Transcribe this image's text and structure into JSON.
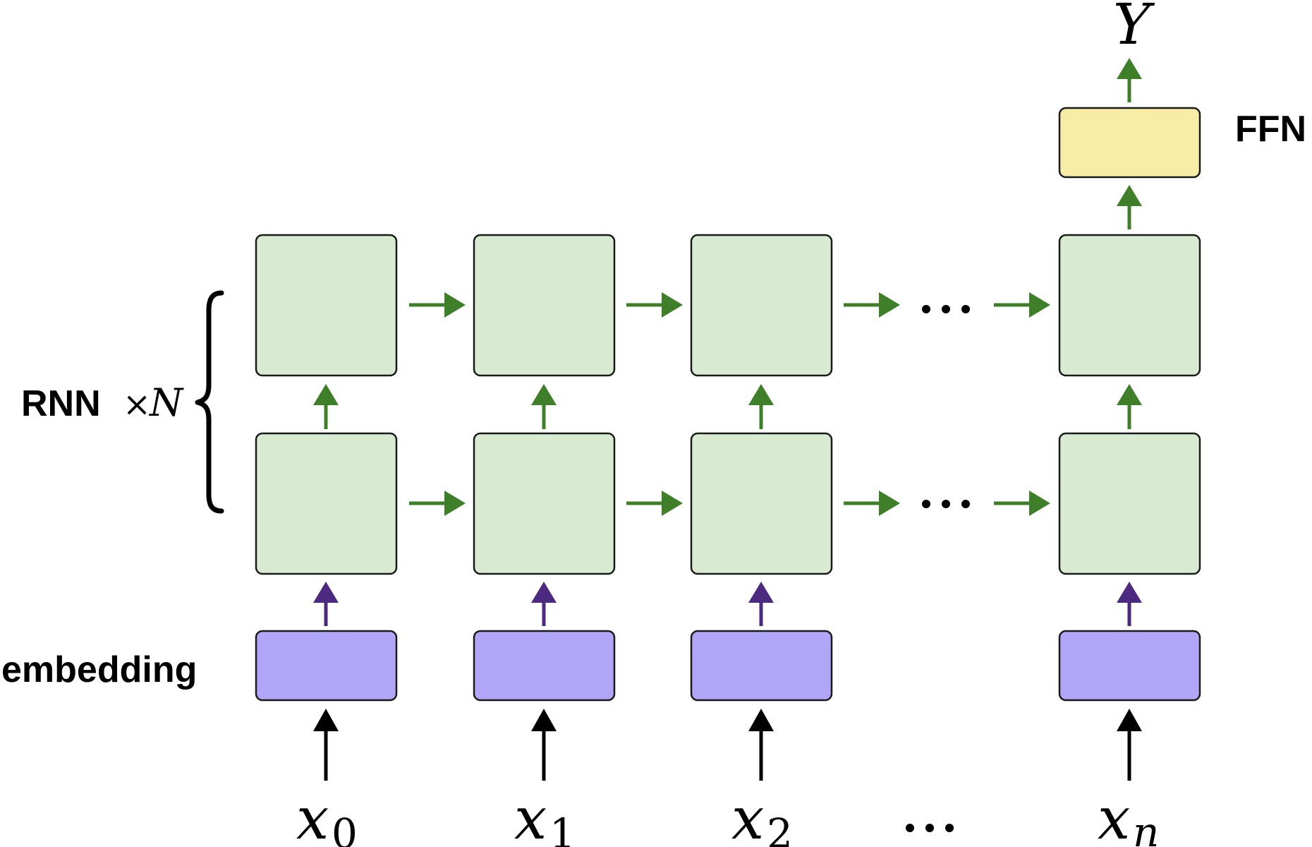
{
  "labels": {
    "rnn": "RNN",
    "times": "×",
    "n_layers": "N",
    "embedding": "embedding",
    "ffn": "FFN",
    "output": "Y",
    "ellipsis": "⋯"
  },
  "inputs": [
    {
      "base": "x",
      "sub": "0"
    },
    {
      "base": "x",
      "sub": "1"
    },
    {
      "base": "x",
      "sub": "2"
    },
    {
      "base": "x",
      "sub": "n"
    }
  ],
  "colors": {
    "rnn_fill": "#d9ead3",
    "embedding_fill": "#b1a5f7",
    "ffn_fill": "#f7eda6",
    "green_arrow": "#3f7f2a",
    "purple_arrow": "#4b2a7f",
    "black_arrow": "#000000",
    "box_stroke": "#1a1a1a"
  }
}
